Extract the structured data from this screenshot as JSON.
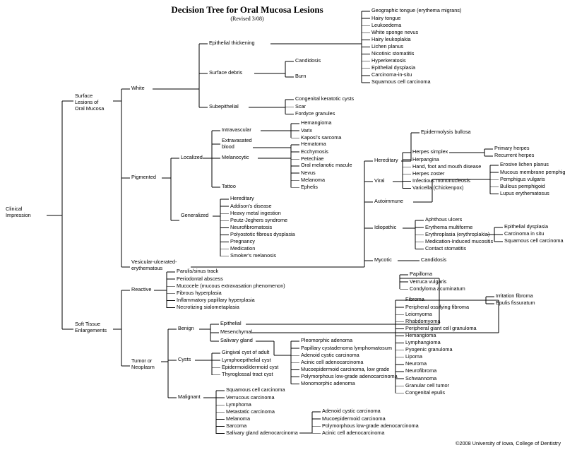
{
  "document": {
    "title": "Decision Tree for Oral Mucosa Lesions",
    "subtitle": "(Revised 3/08)",
    "copyright": "©2008 University of Iowa, College of Dentistry"
  },
  "root": {
    "label": "Clinical\nImpression"
  },
  "nodes": {
    "surface_lesions": "Surface\nLesions of\nOral Mucosa",
    "soft_tissue": "Soft Tissue\nEnlargements",
    "white": "White",
    "pigmented": "Pigmented",
    "vesicular": "Vesicular-ulcerated-\nerythematous",
    "reactive": "Reactive",
    "tumor": "Tumor or\nNeoplasm",
    "epithelial_thickening": "Epithelial thickening",
    "surface_debris": "Surface debris",
    "subepithelial": "Subepithelial",
    "localized": "Localized",
    "generalized": "Generalized",
    "intravascular": "Intravascular",
    "extravasated": "Extravasated\nblood",
    "melanocytic": "Melanocytic",
    "tattoo": "Tattoo",
    "hereditary": "Hereditary",
    "viral": "Viral",
    "autoimmune": "Autoimmune",
    "idiopathic": "Idiopathic",
    "mycotic": "Mycotic",
    "benign": "Benign",
    "cysts": "Cysts",
    "malignant": "Malignant",
    "epithelial": "Epithelial",
    "mesenchymal": "Mesenchymal",
    "salivary_gland": "Salivary gland",
    "herpes_simplex": "Herpes simplex",
    "erythroplasia": "Erythroplasia (erythroplakia)",
    "fibroma": "Fibroma",
    "salivary_adeno": "Salivary gland adenocarcinoma",
    "epidermolysis": "Epidermolysis bullosa",
    "candidosis_mycotic": "Candidosis"
  },
  "leaves": {
    "epithelial_thickening": [
      "Geographic tongue (erythema migrans)",
      "Hairy tongue",
      "Leukoedema",
      "White sponge nevus",
      "Hairy leukoplakia",
      "Lichen planus",
      "Nicotinic stomatitis",
      "Hyperkeratosis",
      "Epithelial dysplasia",
      "Carcinoma-in-situ",
      "Squamous cell carcinoma"
    ],
    "surface_debris": [
      "Candidosis",
      "Burn"
    ],
    "subepithelial": [
      "Congenital keratotic cysts",
      "Scar",
      "Fordyce granules"
    ],
    "intravascular": [
      "Hemangioma",
      "Varix",
      "Kaposi's sarcoma"
    ],
    "extravasated": [
      "Hematoma",
      "Ecchymosis",
      "Petechiae"
    ],
    "melanocytic": [
      "Oral melanotic macule",
      "Nevus",
      "Melanoma",
      "Ephelis"
    ],
    "generalized": [
      "Hereditary",
      "Addison's disease",
      "Heavy metal ingestion",
      "Peutz-Jeghers syndrome",
      "Neurofibromatosis",
      "Polyostotic fibrous dysplasia",
      "Pregnancy",
      "Medication",
      "Smoker's melanosis"
    ],
    "herpes_simplex": [
      "Primary herpes",
      "Recurrent herpes"
    ],
    "viral": [
      "Herpes simplex",
      "Herpangina",
      "Hand, foot and mouth disease",
      "Herpes zoster",
      "Infectious mononucleosis",
      "Varicella (Chickenpox)"
    ],
    "autoimmune": [
      "Erosive lichen planus",
      "Mucous membrane pemphigoid",
      "Pemphigus vulgaris",
      "Bullous pemphigoid",
      "Lupus erythematosus"
    ],
    "idiopathic": [
      "Aphthous ulcers",
      "Erythema multiforme",
      "Erythroplasia (erythroplakia)",
      "Medication-Induced mucositis",
      "Contact stomatitis"
    ],
    "erythroplasia": [
      "Epithelial dysplasia",
      "Carcinoma in situ",
      "Squamous cell carcinoma"
    ],
    "reactive": [
      "Parulis/sinus track",
      "Periodontal abscess",
      "Mucocele (mucous extravasation phenomenon)",
      "Fibrous hyperplasia",
      "Inflammatory papillary hyperplasia",
      "Necrotizing sialometaplasia"
    ],
    "epithelial": [
      "Papilloma",
      "Verruca vulgaris",
      "Condyloma acuminatum"
    ],
    "fibroma": [
      "Irritation fibroma",
      "Epulis fissuratum"
    ],
    "mesenchymal": [
      "Fibroma",
      "Peripheral ossifying fibroma",
      "Leiomyoma",
      "Rhabdomyoma",
      "Peripheral giant cell granuloma",
      "Hemangioma",
      "Lymphangioma",
      "Pyogenic granuloma",
      "Lipoma",
      "Neuroma",
      "Neurofibroma",
      "Schwannoma",
      "Granular cell tumor",
      "Congenital epulis"
    ],
    "salivary_gland": [
      "Pleomorphic adenoma",
      "Papillary cystadenoma lymphomatosum",
      "Adenoid cystic carcinoma",
      "Acinic cell adenocarcinoma",
      "Mucoepidermoid carcinoma, low grade",
      "Polymorphous low-grade adenocarcinoma",
      "Monomorphic adenoma"
    ],
    "cysts": [
      "Gingival cyst of adult",
      "Lymphoepithelial cyst",
      "Epidermoid/dermoid cyst",
      "Thyroglossal tract cyst"
    ],
    "malignant": [
      "Squamous cell carcinoma",
      "Verrucous carcinoma",
      "Lymphoma",
      "Metastatic carcinoma",
      "Melanoma",
      "Sarcoma",
      "Salivary gland adenocarcinoma"
    ],
    "salivary_adeno": [
      "Adenoid cystic carcinoma",
      "Mucoepidermoid carcinoma",
      "Polymorphous low-grade adenocarcinoma",
      "Acinic cell adenocarcinoma"
    ]
  }
}
